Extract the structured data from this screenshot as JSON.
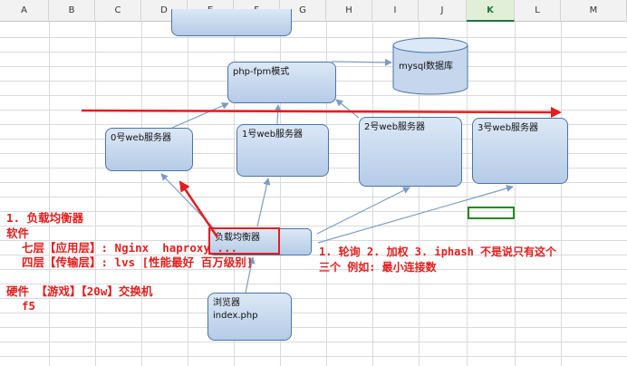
{
  "spreadsheet": {
    "columns": [
      "A",
      "B",
      "C",
      "D",
      "E",
      "F",
      "G",
      "H",
      "I",
      "J",
      "K",
      "L",
      "M"
    ],
    "selected_column": "K"
  },
  "diagram": {
    "php_fpm": "php-fpm模式",
    "mysql": "mysql数据库",
    "web0": "0号web服务器",
    "web1": "1号web服务器",
    "web2": "2号web服务器",
    "web3": "3号web服务器",
    "load_balancer": "负载均衡器",
    "browser_line1": "浏览器",
    "browser_line2": "index.php"
  },
  "notes": {
    "title": "1. 负载均衡器",
    "software": "软件",
    "layer7": "七层【应用层】: Nginx  haproxy ...",
    "layer4": "四层【传输层】: lvs [性能最好 百万级别]",
    "hardware": "硬件 【游戏】【20w】交换机",
    "f5": "f5",
    "algorithms_line1": "1. 轮询 2. 加权 3. iphash 不是说只有这个",
    "algorithms_line2": "三个 例如: 最小连接数"
  },
  "colors": {
    "box_border": "#4a74a8",
    "box_fill": "#b5cbe7",
    "annotation": "#e31e1e",
    "selection": "#1e8c1e"
  }
}
